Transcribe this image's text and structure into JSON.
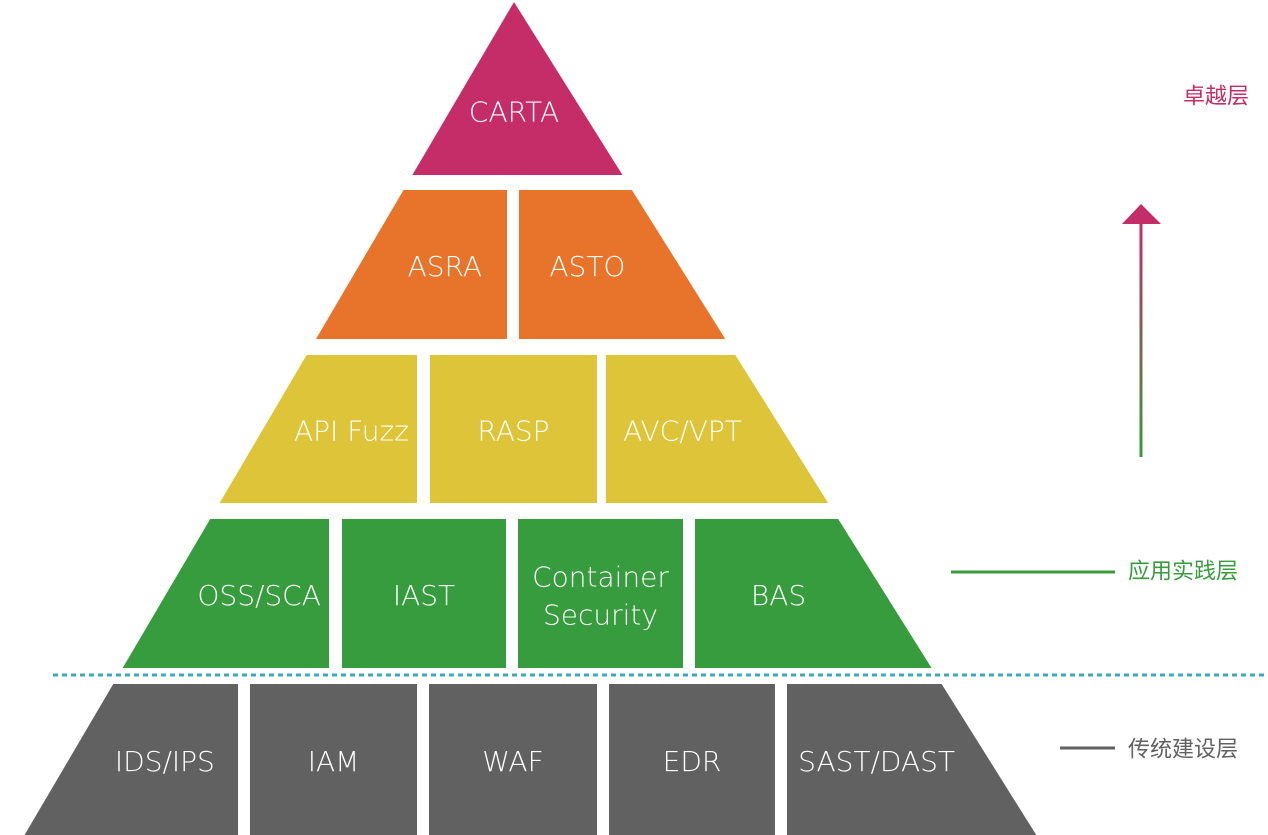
{
  "colors": {
    "excellence": "#c52d68",
    "tier2": "#e7742a",
    "tier3": "#dec439",
    "application": "#369c3d",
    "traditional": "#616161",
    "divider": "#3aa9c4",
    "cell_text": "#ffffff"
  },
  "tiers": [
    {
      "name": "carta-tier",
      "color_key": "excellence",
      "cells": [
        {
          "label": "CARTA"
        }
      ]
    },
    {
      "name": "asra-asto-tier",
      "color_key": "tier2",
      "cells": [
        {
          "label": "ASRA"
        },
        {
          "label": "ASTO"
        }
      ]
    },
    {
      "name": "api-rasp-avc-tier",
      "color_key": "tier3",
      "cells": [
        {
          "label": "API Fuzz"
        },
        {
          "label": "RASP"
        },
        {
          "label": "AVC/VPT"
        }
      ]
    },
    {
      "name": "application-tier",
      "color_key": "application",
      "cells": [
        {
          "label": "OSS/SCA"
        },
        {
          "label": "IAST"
        },
        {
          "label": "Container\nSecurity"
        },
        {
          "label": "BAS"
        }
      ]
    },
    {
      "name": "traditional-tier",
      "color_key": "traditional",
      "cells": [
        {
          "label": "IDS/IPS"
        },
        {
          "label": "IAM"
        },
        {
          "label": "WAF"
        },
        {
          "label": "EDR"
        },
        {
          "label": "SAST/DAST"
        }
      ]
    }
  ],
  "legend": {
    "excellence": {
      "label": "卓越层",
      "color_key": "excellence"
    },
    "application": {
      "label": "应用实践层",
      "color_key": "application"
    },
    "traditional": {
      "label": "传统建设层",
      "color_key": "traditional"
    }
  },
  "arrow": {
    "from_color_key": "application",
    "to_color_key": "excellence",
    "direction": "up"
  }
}
